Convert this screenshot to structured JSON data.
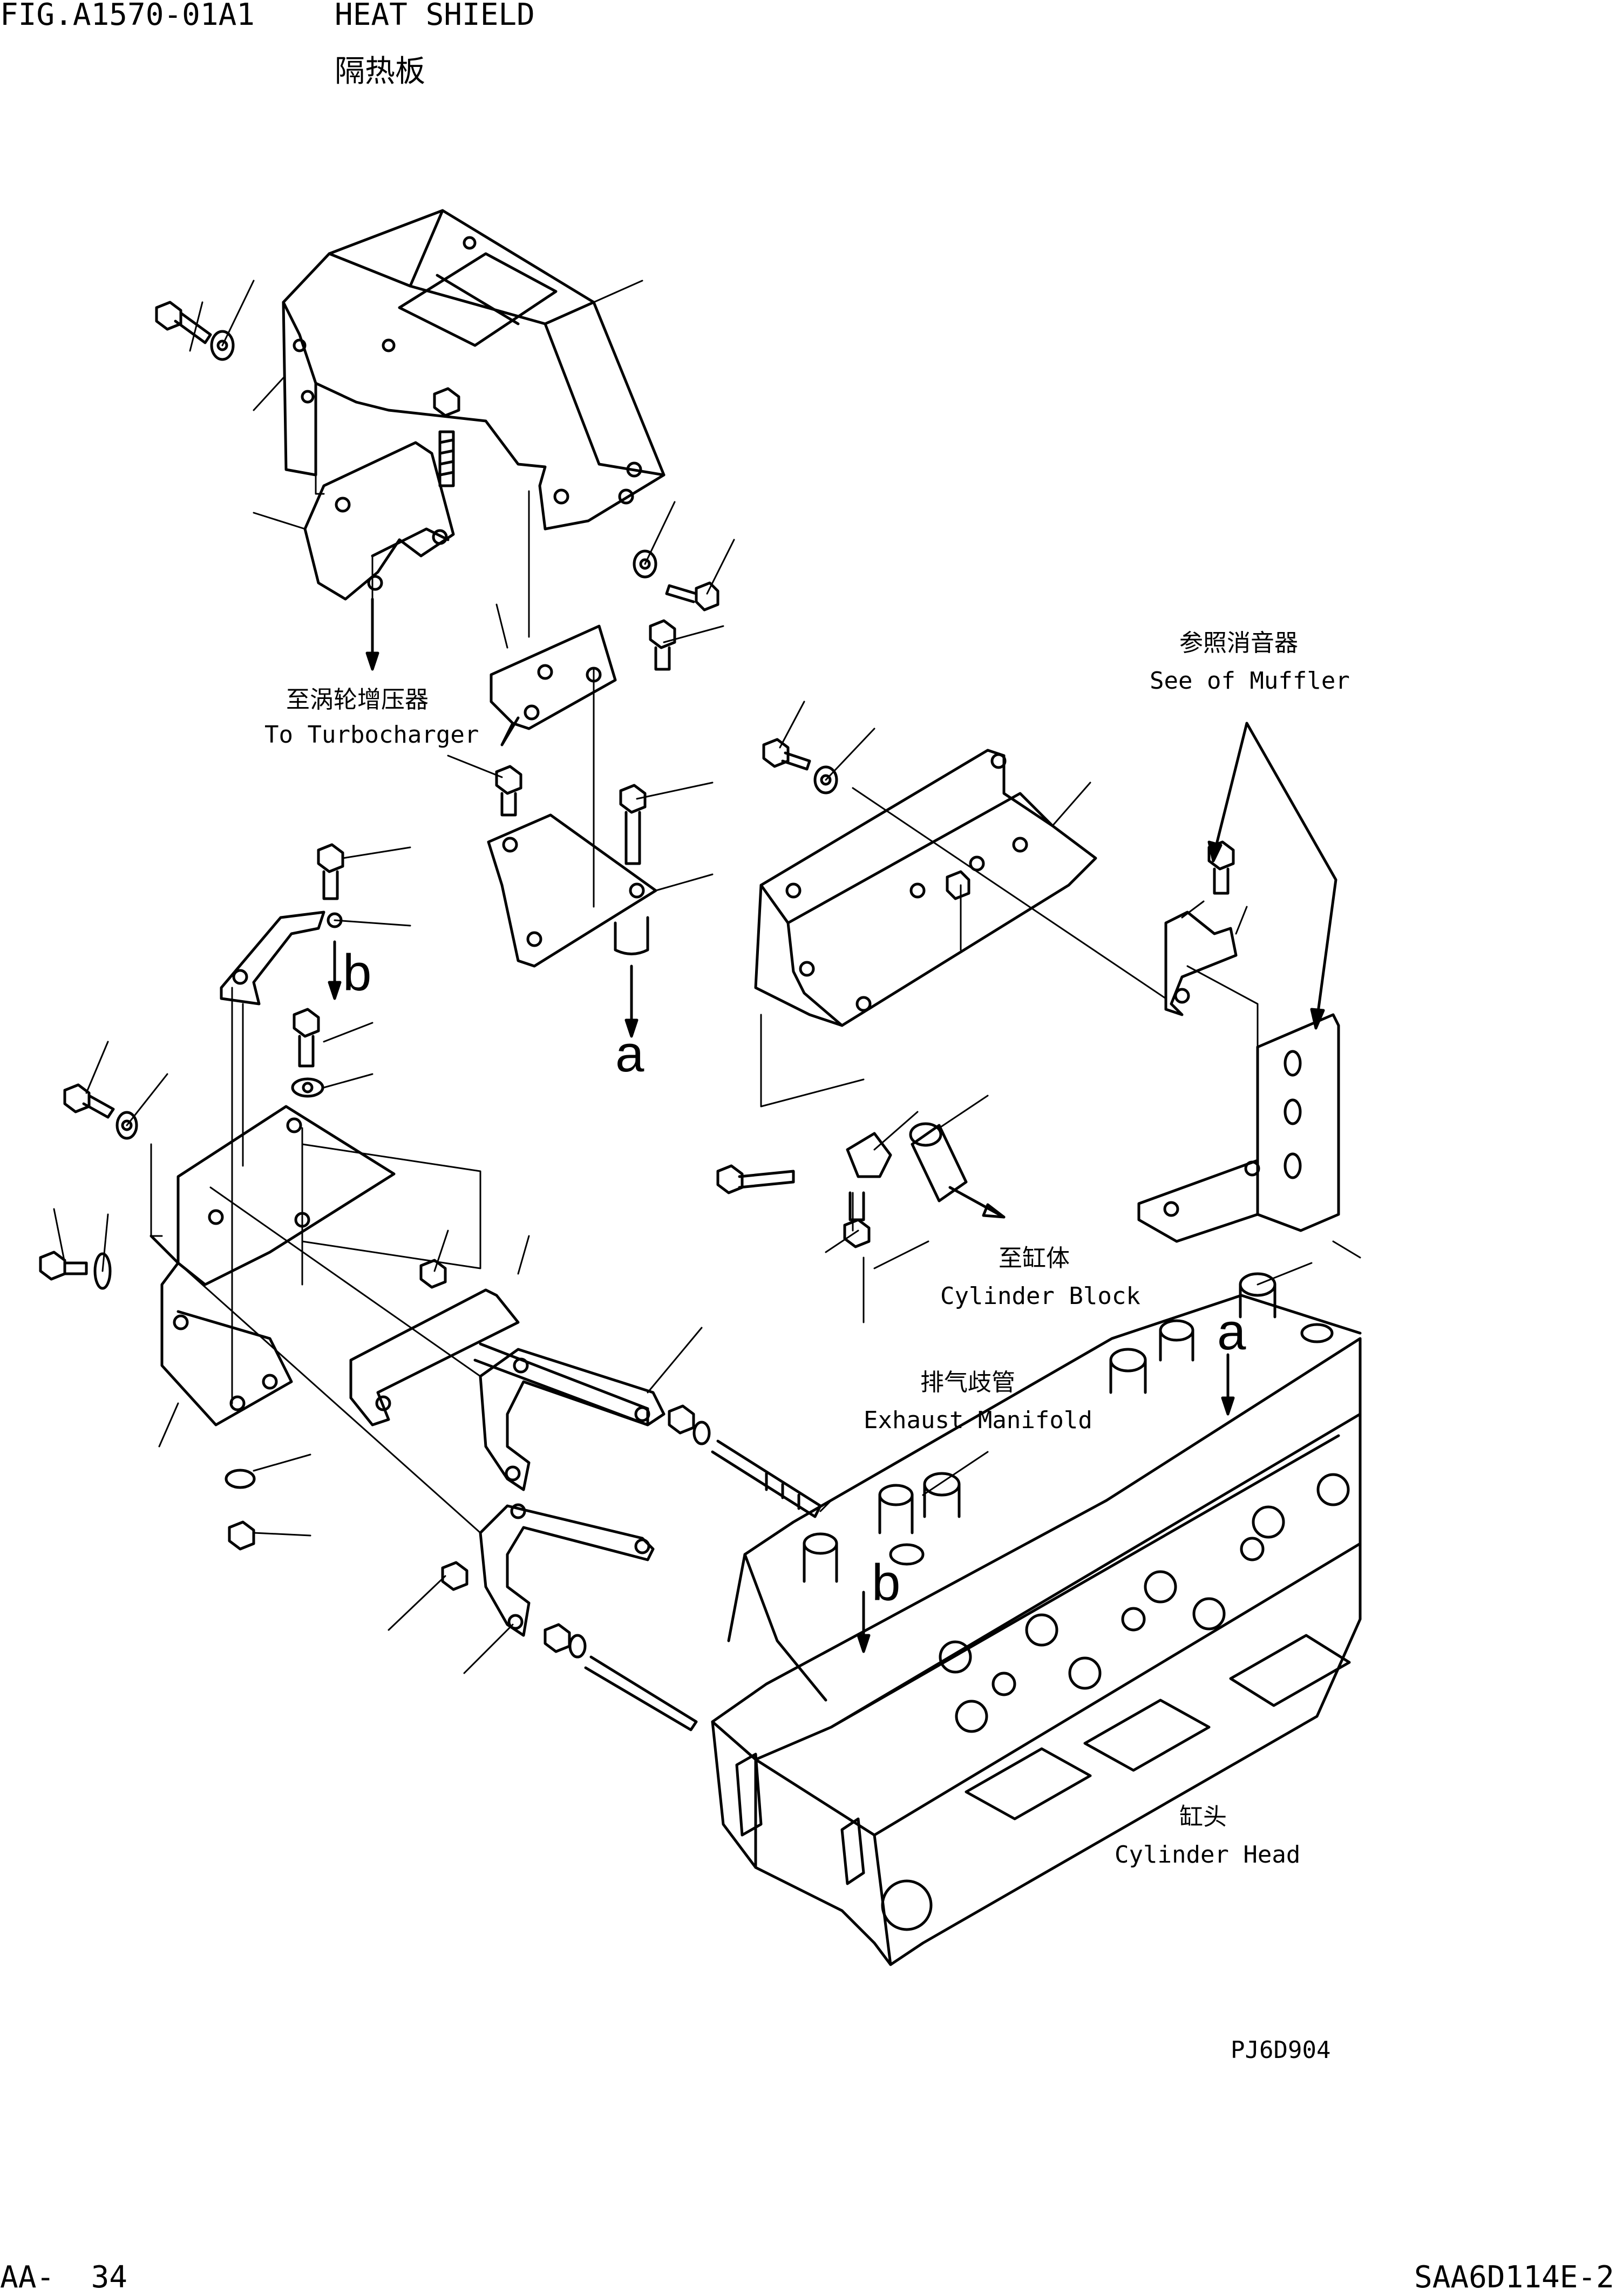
{
  "header": {
    "fig_no": "FIG.A1570-01A1",
    "title_en": "HEAT SHIELD",
    "title_cn": "隔热板"
  },
  "labels": {
    "turbo_cn": "至涡轮增压器",
    "turbo_en": "To Turbocharger",
    "muffler_cn": "参照消音器",
    "muffler_en": "See of Muffler",
    "block_cn": "至缸体",
    "block_en": "Cylinder Block",
    "manifold_cn": "排气歧管",
    "manifold_en": "Exhaust Manifold",
    "head_cn": "缸头",
    "head_en": "Cylinder Head"
  },
  "markers": {
    "a": "a",
    "b": "b"
  },
  "footer": {
    "drawing_code": "PJ6D904",
    "page": "AA-  34",
    "model": "SAA6D114E-2"
  }
}
